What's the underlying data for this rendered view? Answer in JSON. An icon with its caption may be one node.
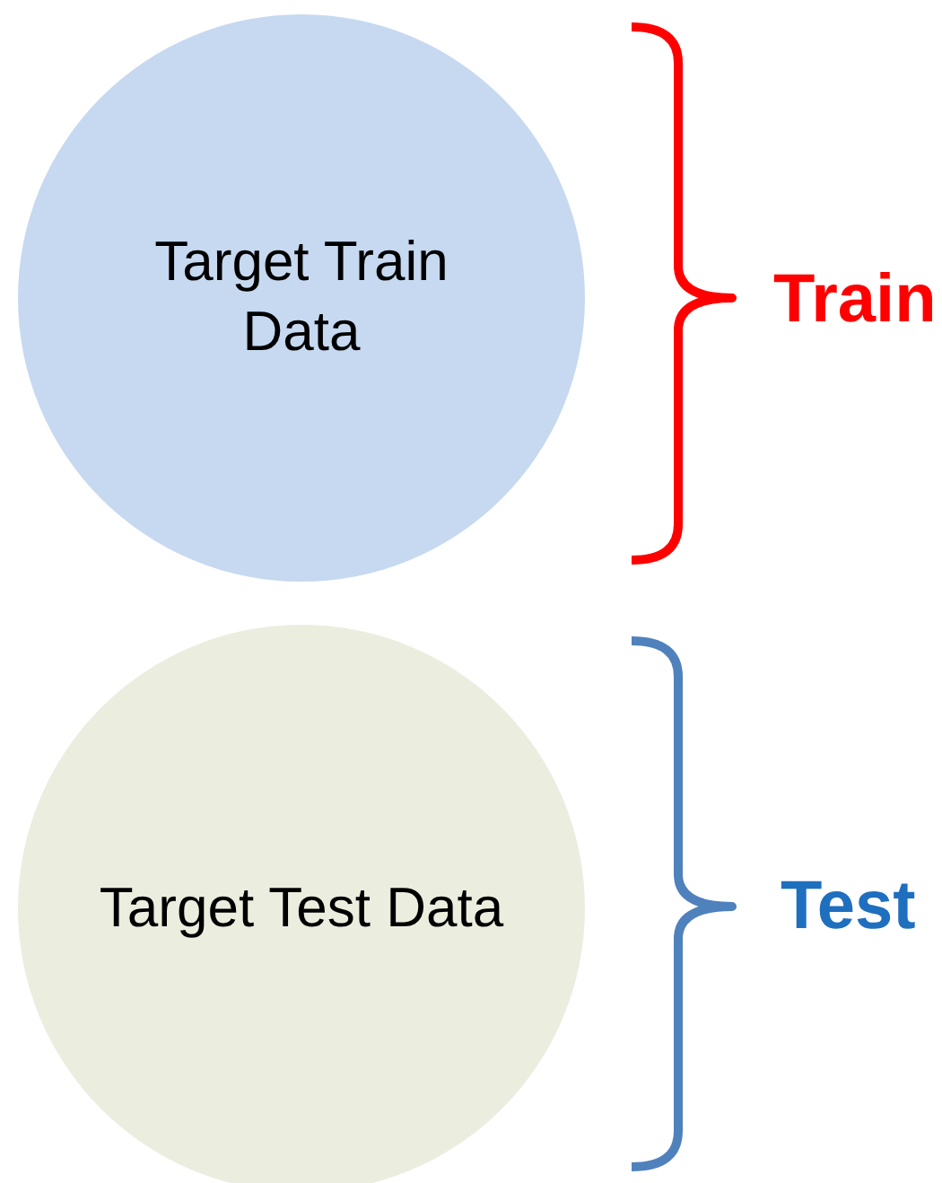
{
  "diagram": {
    "nodes": [
      {
        "text": [
          "Target Train Data"
        ]
      },
      {
        "text": [
          "Target Test Data"
        ]
      }
    ],
    "labels": [
      "Train",
      "Test"
    ]
  }
}
